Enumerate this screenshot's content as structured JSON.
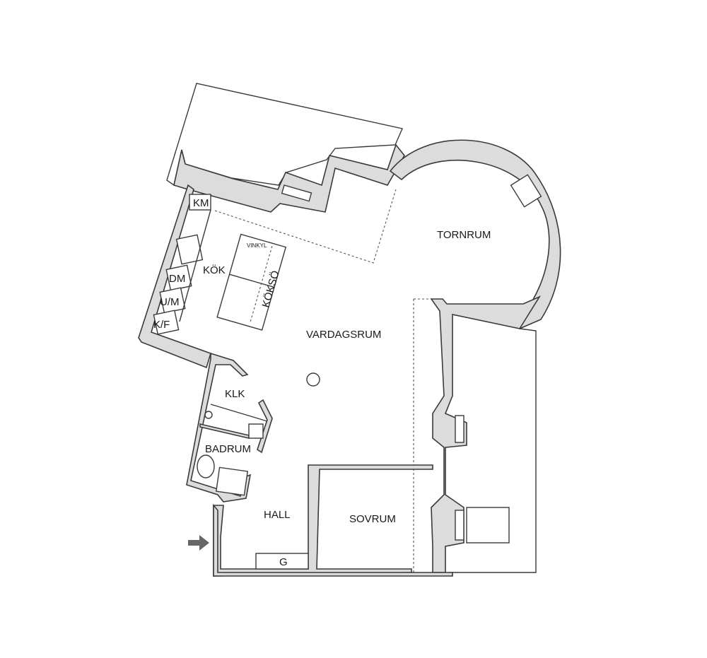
{
  "rooms": {
    "tornrum": "TORNRUM",
    "kok": "KÖK",
    "vardagsrum": "VARDAGSRUM",
    "klk": "KLK",
    "badrum": "BADRUM",
    "hall": "HALL",
    "sovrum": "SOVRUM"
  },
  "kitchen": {
    "km": "KM",
    "dm": "DM",
    "um": "U/M",
    "kf": "K/F",
    "island": "KÖKSÖ",
    "vinkyl": "VINKYL"
  },
  "hall": {
    "g": "G"
  },
  "icons": {
    "entrance": "entrance-arrow-icon",
    "column": "column-icon",
    "sink": "sink-icon",
    "toilet": "toilet-icon"
  },
  "colors": {
    "wall": "#dcdcdc",
    "line": "#3a3a3a",
    "arrow": "#666666"
  }
}
